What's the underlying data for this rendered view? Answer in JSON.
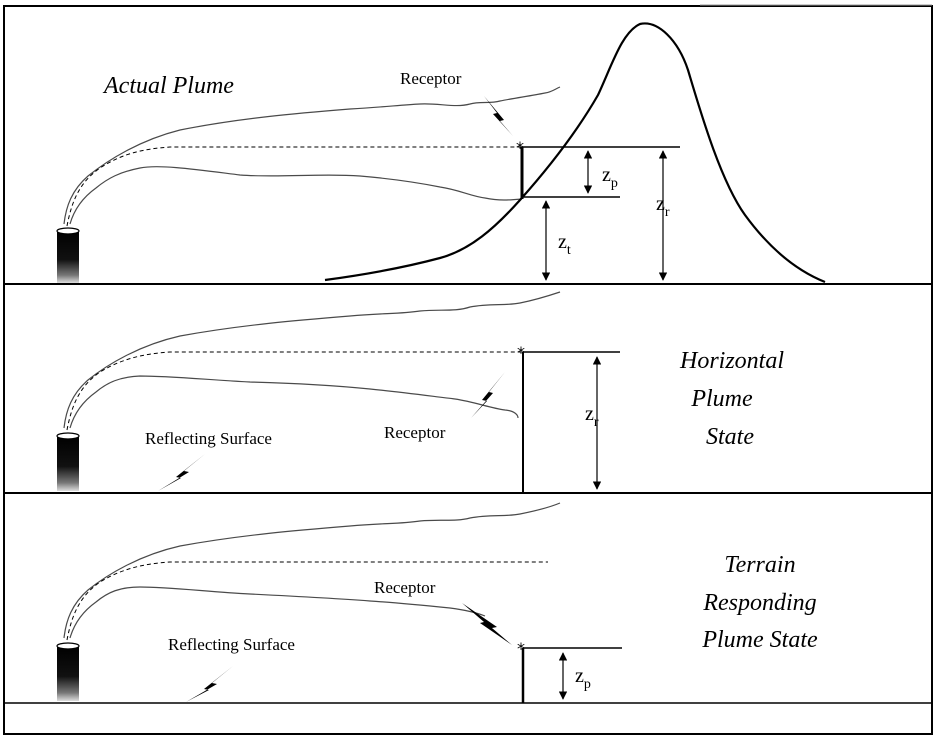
{
  "panels": [
    {
      "title_lines": [
        "Actual Plume"
      ],
      "receptor_label": "Receptor",
      "z_p": "z",
      "z_p_sub": "p",
      "z_r": "z",
      "z_r_sub": "r",
      "z_t": "z",
      "z_t_sub": "t"
    },
    {
      "title_lines": [
        "Horizontal",
        "Plume",
        "State"
      ],
      "receptor_label": "Receptor",
      "reflecting_label": "Reflecting Surface",
      "z_r": "z",
      "z_r_sub": "r"
    },
    {
      "title_lines": [
        "Terrain",
        "Responding",
        "Plume State"
      ],
      "receptor_label": "Receptor",
      "reflecting_label": "Reflecting Surface",
      "z_p": "z",
      "z_p_sub": "p"
    }
  ],
  "colors": {
    "ink": "#000000",
    "plume_edge": "#4a4a4a",
    "background": "#ffffff"
  }
}
